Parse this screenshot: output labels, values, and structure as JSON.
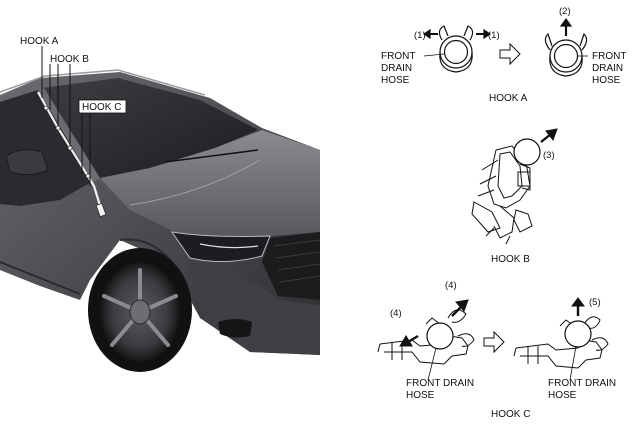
{
  "car_callouts": {
    "hook_a": "HOOK A",
    "hook_b": "HOOK B",
    "hook_c": "HOOK C"
  },
  "panel_a": {
    "step_left": "(1)",
    "step_right": "(1)",
    "step_pull": "(2)",
    "hose_label_left": [
      "FRONT",
      "DRAIN",
      "HOSE"
    ],
    "hose_label_right": [
      "FRONT",
      "DRAIN",
      "HOSE"
    ],
    "caption": "HOOK A"
  },
  "panel_b": {
    "step": "(3)",
    "caption": "HOOK B"
  },
  "panel_c": {
    "step_top": "(4)",
    "step_left": "(4)",
    "step_pull": "(5)",
    "hose_label_left": [
      "FRONT DRAIN",
      "HOSE"
    ],
    "hose_label_right": [
      "FRONT DRAIN",
      "HOSE"
    ],
    "caption": "HOOK C"
  },
  "colors": {
    "car_body": "#4a4c4f",
    "car_dark": "#1e1f21",
    "line": "#111111"
  }
}
